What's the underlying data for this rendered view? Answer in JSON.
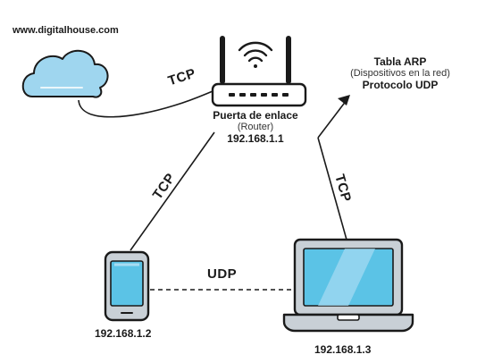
{
  "cloud": {
    "label": "www.digitalhouse.com"
  },
  "router": {
    "title": "Puerta de enlace",
    "subtitle": "(Router)",
    "ip": "192.168.1.1"
  },
  "phone": {
    "ip": "192.168.1.2"
  },
  "laptop": {
    "ip": "192.168.1.3"
  },
  "arp_info": {
    "title": "Tabla ARP",
    "subtitle": "(Dispositivos en la red)",
    "protocol": "Protocolo UDP"
  },
  "links": {
    "cloud_router": "TCP",
    "router_phone": "TCP",
    "laptop_router": "TCP",
    "phone_laptop": "UDP"
  },
  "colors": {
    "outline": "#1a1a1a",
    "screen_blue": "#5bc3e6",
    "screen_light": "#a8dcf2",
    "cloud_fill": "#9fd6ef",
    "device_gray": "#c9d0d6",
    "white": "#ffffff"
  }
}
